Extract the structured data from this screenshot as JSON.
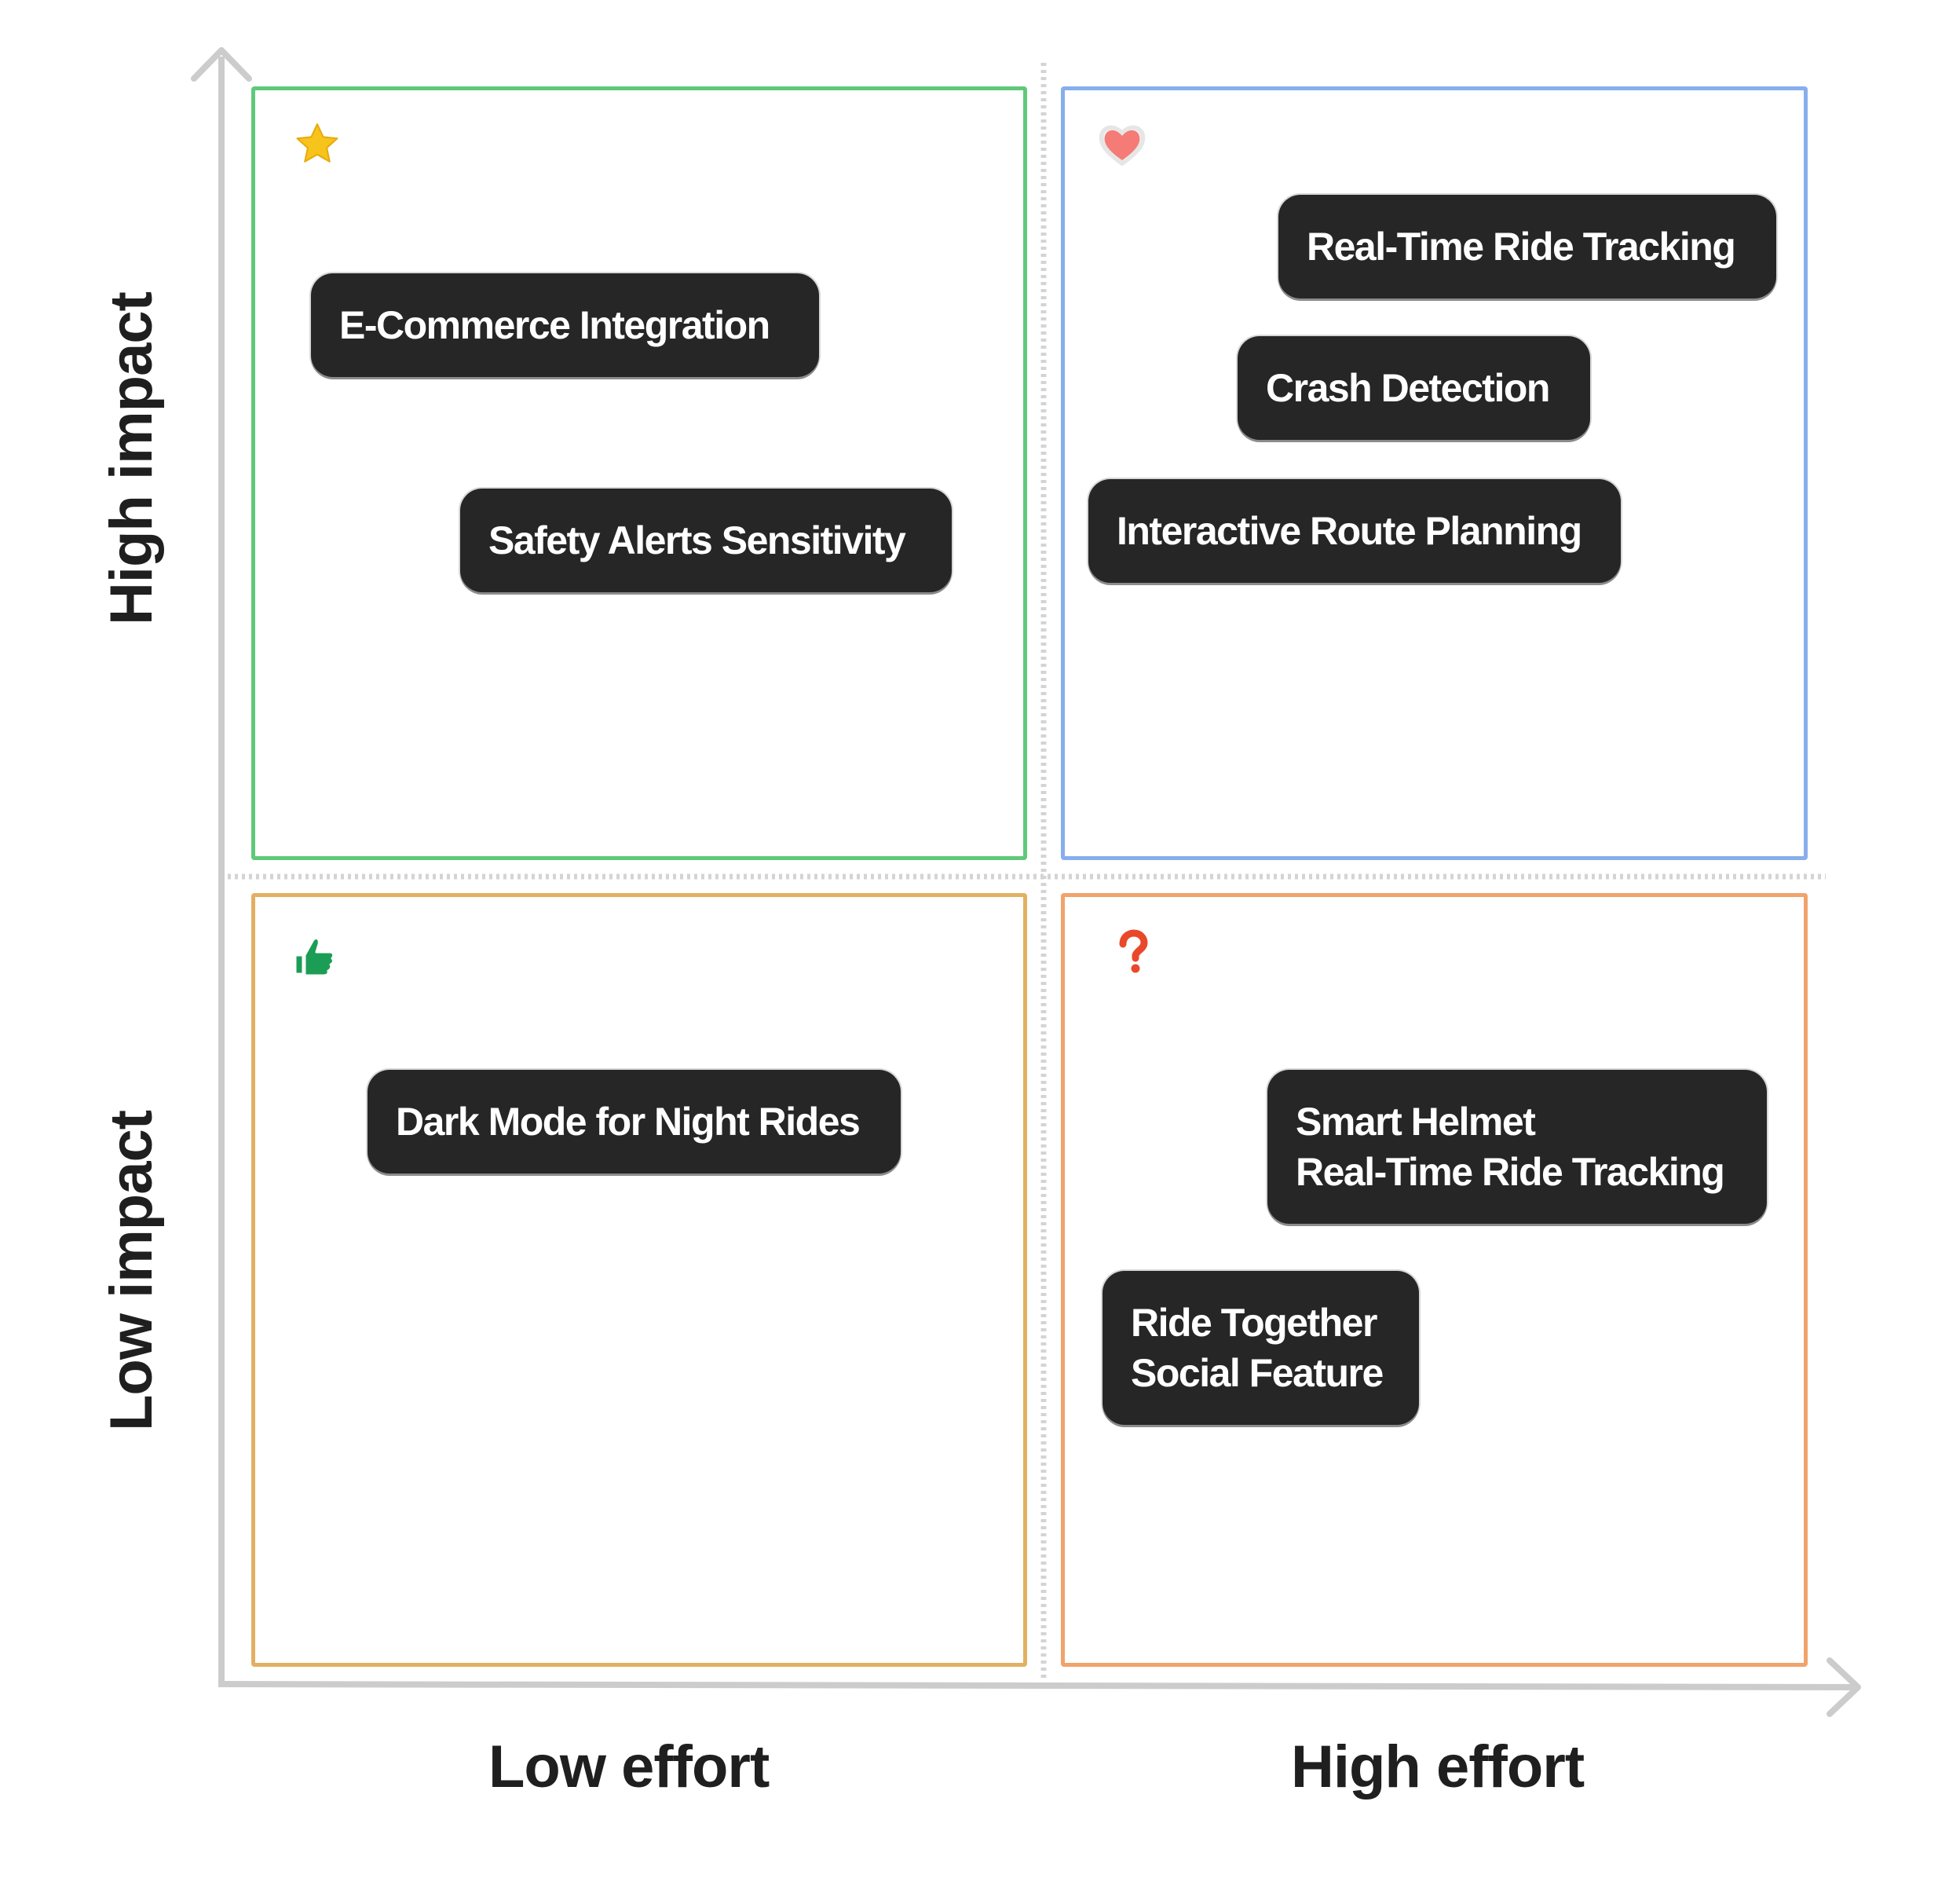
{
  "axes": {
    "y_high": "High impact",
    "y_low": "Low impact",
    "x_low": "Low effort",
    "x_high": "High effort"
  },
  "quadrants": {
    "top_left": {
      "icon": "star-icon",
      "color": "#5fc97a"
    },
    "top_right": {
      "icon": "heart-icon",
      "color": "#87aeed"
    },
    "bottom_left": {
      "icon": "thumbs-up-icon",
      "color": "#e3b061"
    },
    "bottom_right": {
      "icon": "question-mark-icon",
      "color": "#f0a36a"
    }
  },
  "items": {
    "ecommerce": "E-Commerce Integration",
    "safety_alerts": "Safety Alerts Sensitivity",
    "realtime_tracking": "Real-Time Ride Tracking",
    "crash_detection": "Crash Detection",
    "route_planning": "Interactive Route Planning",
    "dark_mode": "Dark Mode for Night Rides",
    "smart_helmet_line1": "Smart Helmet",
    "smart_helmet_line2": "Real-Time Ride Tracking",
    "ride_together_line1": "Ride Together",
    "ride_together_line2": "Social Feature"
  }
}
